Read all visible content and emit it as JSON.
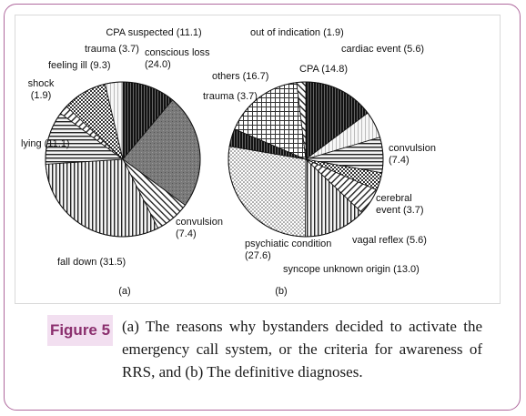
{
  "figure": {
    "badge": "Figure 5",
    "caption": "(a) The reasons why bystanders decided to activate the emergency call system, or the criteria for awareness of RRS, and (b) The definitive diagnoses."
  },
  "chart_data": [
    {
      "type": "pie",
      "panel_label": "(a)",
      "slices": [
        {
          "label": "CPA suspected (11.1)",
          "value": 11.1
        },
        {
          "label": "conscious loss (24.0)",
          "value": 24.0
        },
        {
          "label": "convulsion (7.4)",
          "value": 7.4
        },
        {
          "label": "fall down (31.5)",
          "value": 31.5
        },
        {
          "label": "lying (11.1)",
          "value": 11.1
        },
        {
          "label": "shock (1.9)",
          "value": 1.9
        },
        {
          "label": "feeling ill (9.3)",
          "value": 9.3
        },
        {
          "label": "trauma (3.7)",
          "value": 3.7
        }
      ],
      "label_lines": [
        [
          "CPA suspected (11.1)"
        ],
        [
          "conscious loss",
          "(24.0)"
        ],
        [
          "convulsion",
          "(7.4)"
        ],
        [
          "fall down (31.5)"
        ],
        [
          "lying (11.1)"
        ],
        [
          "shock",
          "(1.9)"
        ],
        [
          "feeling ill (9.3)"
        ],
        [
          "trauma (3.7)"
        ]
      ]
    },
    {
      "type": "pie",
      "panel_label": "(b)",
      "slices": [
        {
          "label": "CPA (14.8)",
          "value": 14.8
        },
        {
          "label": "cardiac event (5.6)",
          "value": 5.6
        },
        {
          "label": "convulsion (7.4)",
          "value": 7.4
        },
        {
          "label": "cerebral event (3.7)",
          "value": 3.7
        },
        {
          "label": "vagal reflex (5.6)",
          "value": 5.6
        },
        {
          "label": "syncope unknown origin (13.0)",
          "value": 13.0
        },
        {
          "label": "psychiatic condition (27.6)",
          "value": 27.6
        },
        {
          "label": "trauma (3.7)",
          "value": 3.7
        },
        {
          "label": "others (16.7)",
          "value": 16.7
        },
        {
          "label": "out of indication (1.9)",
          "value": 1.9
        }
      ],
      "label_lines": [
        [
          "CPA (14.8)"
        ],
        [
          "cardiac event (5.6)"
        ],
        [
          "convulsion",
          "(7.4)"
        ],
        [
          "cerebral",
          "event (3.7)"
        ],
        [
          "vagal reflex (5.6)"
        ],
        [
          "syncope unknown origin (13.0)"
        ],
        [
          "psychiatic condition",
          "(27.6)"
        ],
        [
          "trauma (3.7)"
        ],
        [
          "others (16.7)"
        ],
        [
          "out of indication (1.9)"
        ]
      ]
    }
  ]
}
